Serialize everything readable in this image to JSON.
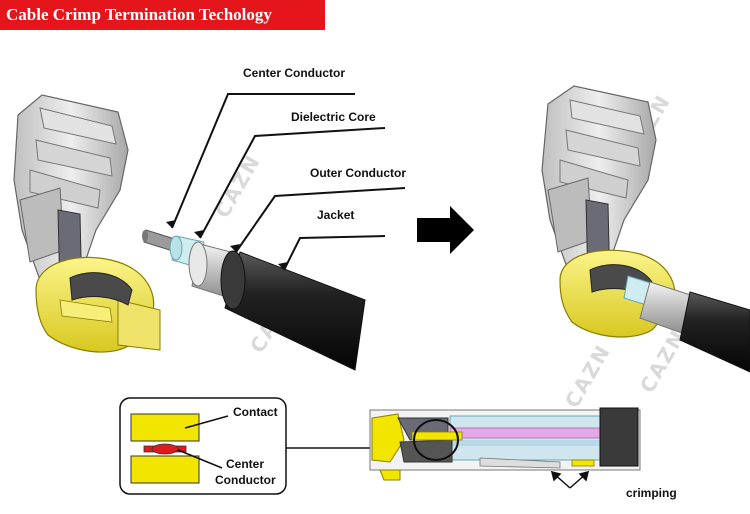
{
  "title": "Cable Crimp Termination Techology",
  "labels": {
    "center_conductor": "Center Conductor",
    "dielectric_core": "Dielectric Core",
    "outer_conductor": "Outer Conductor",
    "jacket": "Jacket"
  },
  "inset": {
    "contact": "Contact",
    "center": "Center",
    "conductor": "Conductor"
  },
  "crimping_label": "crimping",
  "watermark": "CAZN",
  "icons": {
    "process_arrow": "right-arrow-icon"
  },
  "colors": {
    "title_banner": "#e4161b",
    "contact_yellow": "#f2e600",
    "conductor_red": "#e0191b",
    "cable_black": "#1a1a1a"
  }
}
